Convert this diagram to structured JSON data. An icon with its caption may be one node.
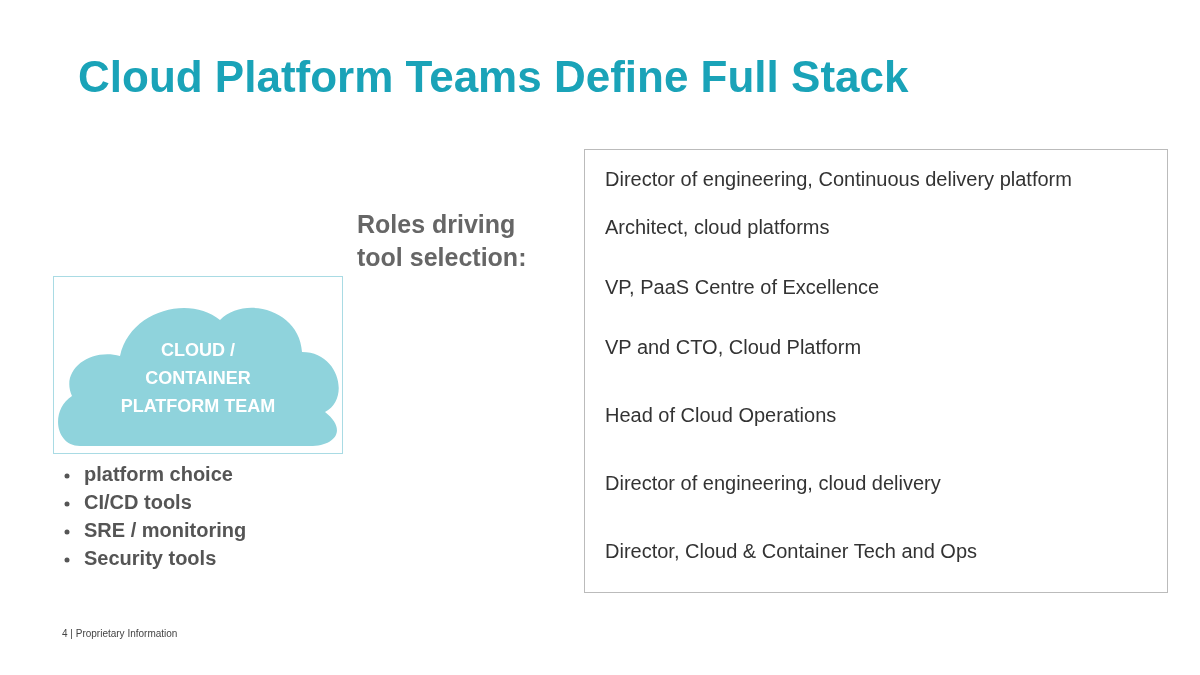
{
  "diagram": {
    "title": "Cloud Platform Teams Define Full Stack",
    "nodes": [
      {
        "text": [
          "CLOUD / CONTAINER PLATFORM TEAM"
        ]
      },
      {
        "text": [
          "Director of engineering, Continuous delivery platform",
          "Architect, cloud platforms",
          "VP, PaaS Centre of Excellence",
          "VP and CTO, Cloud Platform",
          "Head of Cloud Operations",
          "Director of engineering, cloud delivery",
          "Director, Cloud & Container Tech and Ops"
        ]
      }
    ],
    "labels": [
      "platform choice",
      "CI/CD tools",
      "SRE / monitoring",
      "Security tools",
      "Roles driving tool selection:",
      "4 | Proprietary Information"
    ]
  }
}
